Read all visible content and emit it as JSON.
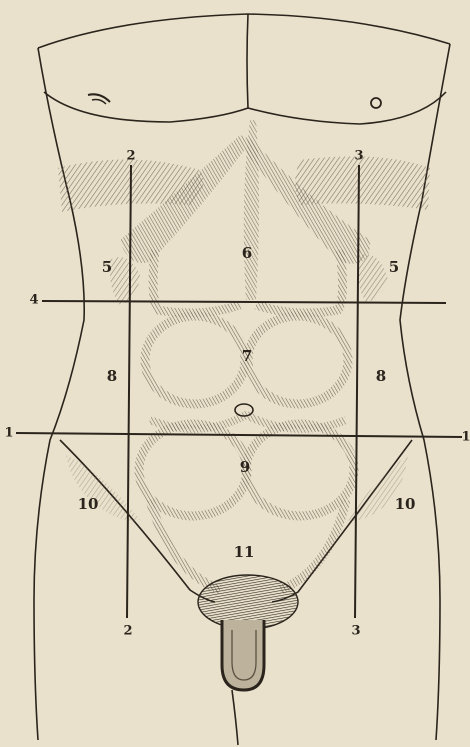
{
  "figure": {
    "colors": {
      "paper": "#e9e1cc",
      "ink": "#2a241c",
      "shade": "#6e6452"
    },
    "region_labels": [
      {
        "id": "r5-left",
        "text": "5"
      },
      {
        "id": "r6",
        "text": "6"
      },
      {
        "id": "r5-right",
        "text": "5"
      },
      {
        "id": "r8-left",
        "text": "8"
      },
      {
        "id": "r7",
        "text": "7"
      },
      {
        "id": "r8-right",
        "text": "8"
      },
      {
        "id": "r9",
        "text": "9"
      },
      {
        "id": "r10-left",
        "text": "10"
      },
      {
        "id": "r10-right",
        "text": "10"
      },
      {
        "id": "r11",
        "text": "11"
      }
    ],
    "line_labels": [
      {
        "id": "v-left-top",
        "text": "2"
      },
      {
        "id": "v-left-bottom",
        "text": "2"
      },
      {
        "id": "v-right-top",
        "text": "3"
      },
      {
        "id": "v-right-bottom",
        "text": "3"
      },
      {
        "id": "h-upper-left",
        "text": "4"
      },
      {
        "id": "h-lower-left",
        "text": "1"
      },
      {
        "id": "h-lower-right",
        "text": "1"
      }
    ]
  }
}
